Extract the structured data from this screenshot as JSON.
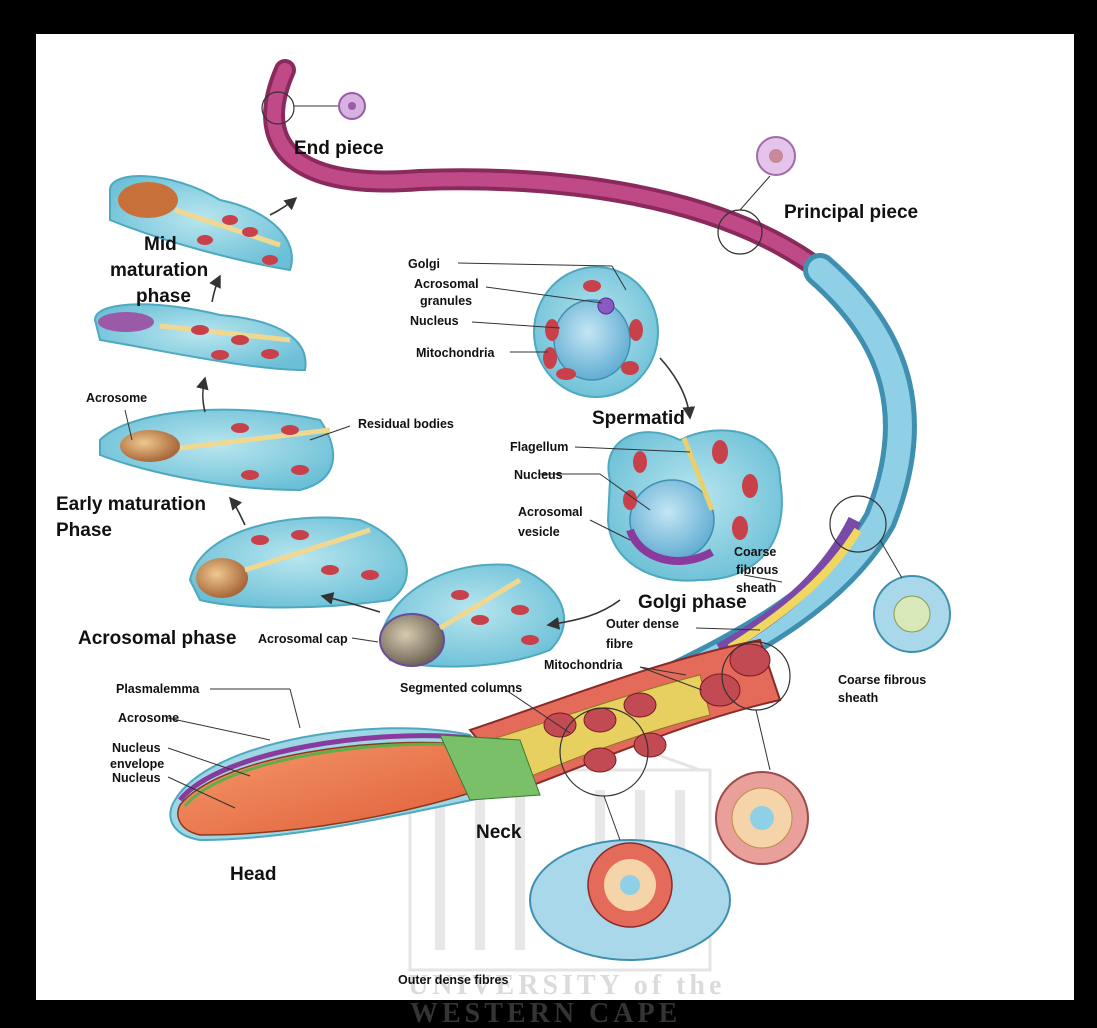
{
  "labels": {
    "end_piece": "End piece",
    "principal_piece": "Principal piece",
    "mid_maturation_1": "Mid",
    "mid_maturation_2": "maturation",
    "mid_maturation_3": "phase",
    "golgi": "Golgi",
    "acrosomal_granules_1": "Acrosomal",
    "acrosomal_granules_2": "granules",
    "nucleus_spermatid": "Nucleus",
    "mitochondria_spermatid": "Mitochondria",
    "spermatid": "Spermatid",
    "acrosome_top": "Acrosome",
    "residual_bodies": "Residual bodies",
    "flagellum": "Flagellum",
    "nucleus_golgi": "Nucleus",
    "acrosomal_vesicle_1": "Acrosomal",
    "acrosomal_vesicle_2": "vesicle",
    "early_maturation_1": "Early maturation",
    "early_maturation_2": "Phase",
    "coarse_fibrous_sheath_1": "Coarse",
    "coarse_fibrous_sheath_2": "fibrous",
    "coarse_fibrous_sheath_3": "sheath",
    "golgi_phase": "Golgi phase",
    "outer_dense_fibre_1": "Outer dense",
    "outer_dense_fibre_2": "fibre",
    "acrosomal_phase": "Acrosomal phase",
    "acrosomal_cap": "Acrosomal cap",
    "mitochondria_tail": "Mitochondria",
    "coarse_fibrous_sheath_right_1": "Coarse fibrous",
    "coarse_fibrous_sheath_right_2": "sheath",
    "plasmalemma": "Plasmalemma",
    "segmented_columns": "Segmented columns",
    "acrosome_head": "Acrosome",
    "nucleus_envelope_1": "Nucleus",
    "nucleus_envelope_2": "envelope",
    "nucleus_head": "Nucleus",
    "neck": "Neck",
    "head": "Head",
    "outer_dense_fibres": "Outer dense fibres"
  },
  "watermark": {
    "line1": "UNIVERSITY of the",
    "line2": "WESTERN CAPE"
  },
  "colors": {
    "cytoplasm": "#8fd4e2",
    "cytoplasm_edge": "#4ea8c0",
    "mitochondria": "#c8404a",
    "tail_magenta": "#a8336f",
    "tail_blue": "#6cb8d4",
    "nucleus_orange": "#e8703c",
    "acrosome_purple": "#8a3a9c",
    "fibre_yellow": "#f0d860"
  }
}
